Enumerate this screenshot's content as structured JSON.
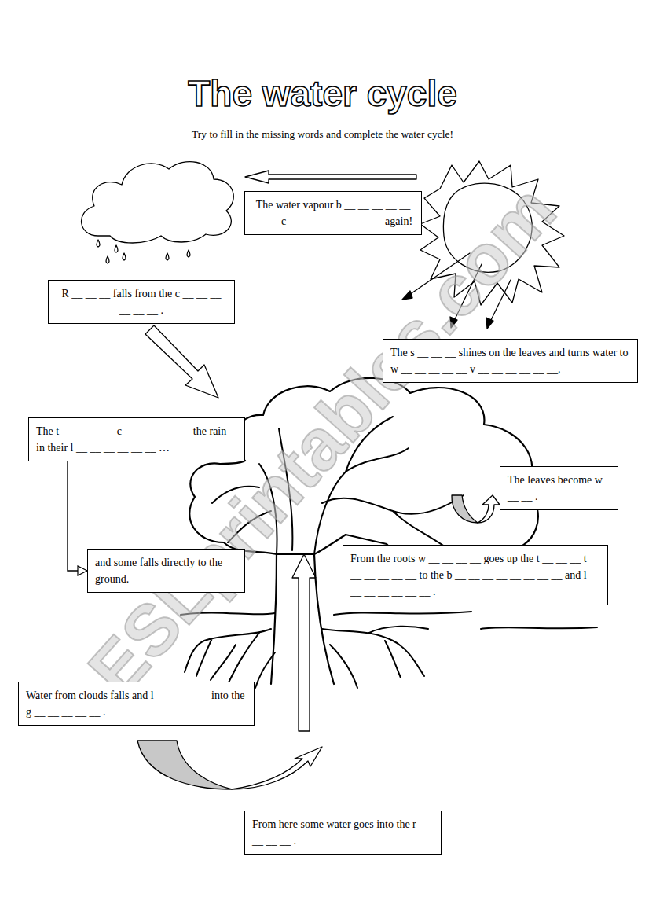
{
  "diagram": {
    "title": "The water cycle",
    "nodes": [
      {
        "text": [
          "The water vapour b __ __ __ __ __ __ __ c __ __ __ __ __ __ __ again!"
        ]
      },
      {
        "text": [
          "R __ __ __ falls from the c __ __ __ __ __ __ ."
        ]
      },
      {
        "text": [
          "The s __ __ __ shines on the leaves and turns water to w __ __ __ __ __ v __ __ __ __ __ __."
        ]
      },
      {
        "text": [
          "The t __ __ __ __ c __ __ __ __ __ the rain in their l __ __ __ __ __ __ …"
        ]
      },
      {
        "text": [
          "The leaves become w __ __ ."
        ]
      },
      {
        "text": [
          "and some falls directly to the ground."
        ]
      },
      {
        "text": [
          "From the roots w __ __ __ __ goes up the t __ __ __ t __ __ __ __ __ to the b __ __ __ __ __ __ __ __ and l __ __ __ __ __ __ ."
        ]
      },
      {
        "text": [
          "Water from clouds falls and l __ __ __ __ into the g __ __ __ __ __ ."
        ]
      },
      {
        "text": [
          "From here some water goes into the r __ __ __ __ ."
        ]
      }
    ],
    "edges": [
      {
        "from": 3,
        "to": 5,
        "arrow": "to"
      }
    ],
    "labels": [
      "Try to fill in the missing words and complete the water cycle!",
      "ESLprintables.com"
    ]
  }
}
